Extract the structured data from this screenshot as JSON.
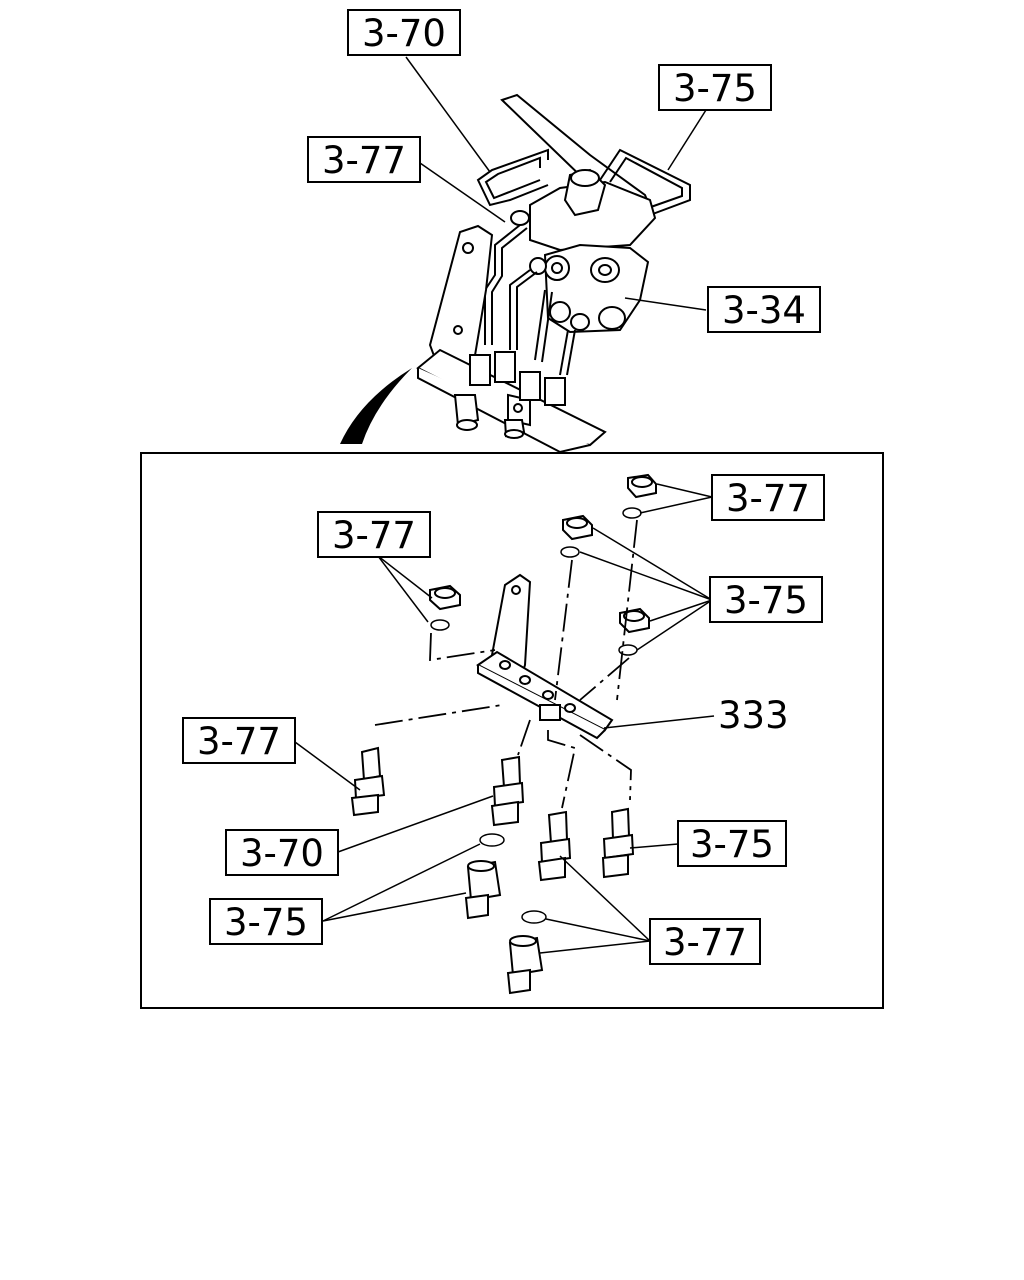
{
  "callouts": {
    "top_3_70": "3-70",
    "top_3_75": "3-75",
    "top_3_77": "3-77",
    "top_3_34": "3-34",
    "detail_3_77_upper_right": "3-77",
    "detail_3_77_upper_left": "3-77",
    "detail_3_75_right": "3-75",
    "detail_333": "333",
    "detail_3_77_left": "3-77",
    "detail_3_70": "3-70",
    "detail_3_75_lower_right": "3-75",
    "detail_3_75_lower_left": "3-75",
    "detail_3_77_bottom": "3-77"
  }
}
